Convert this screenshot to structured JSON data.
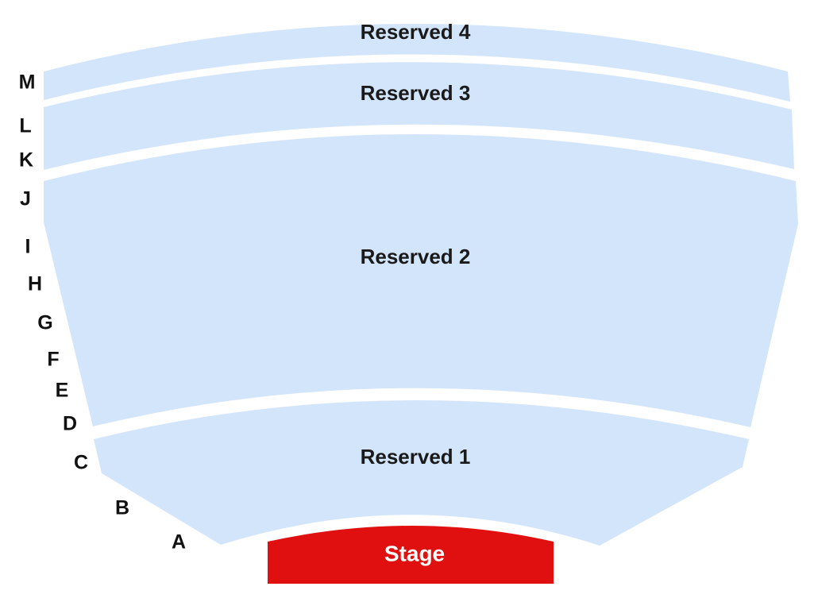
{
  "colors": {
    "section_fill": "#d3e5fb",
    "stage_fill": "#e01010",
    "label_text": "#1a1a1a",
    "stage_text": "#ffffff"
  },
  "sections": [
    {
      "id": "reserved-4",
      "label": "Reserved 4"
    },
    {
      "id": "reserved-3",
      "label": "Reserved 3"
    },
    {
      "id": "reserved-2",
      "label": "Reserved 2"
    },
    {
      "id": "reserved-1",
      "label": "Reserved 1"
    }
  ],
  "stage": {
    "label": "Stage"
  },
  "rows": [
    "M",
    "L",
    "K",
    "J",
    "I",
    "H",
    "G",
    "F",
    "E",
    "D",
    "C",
    "B",
    "A"
  ]
}
